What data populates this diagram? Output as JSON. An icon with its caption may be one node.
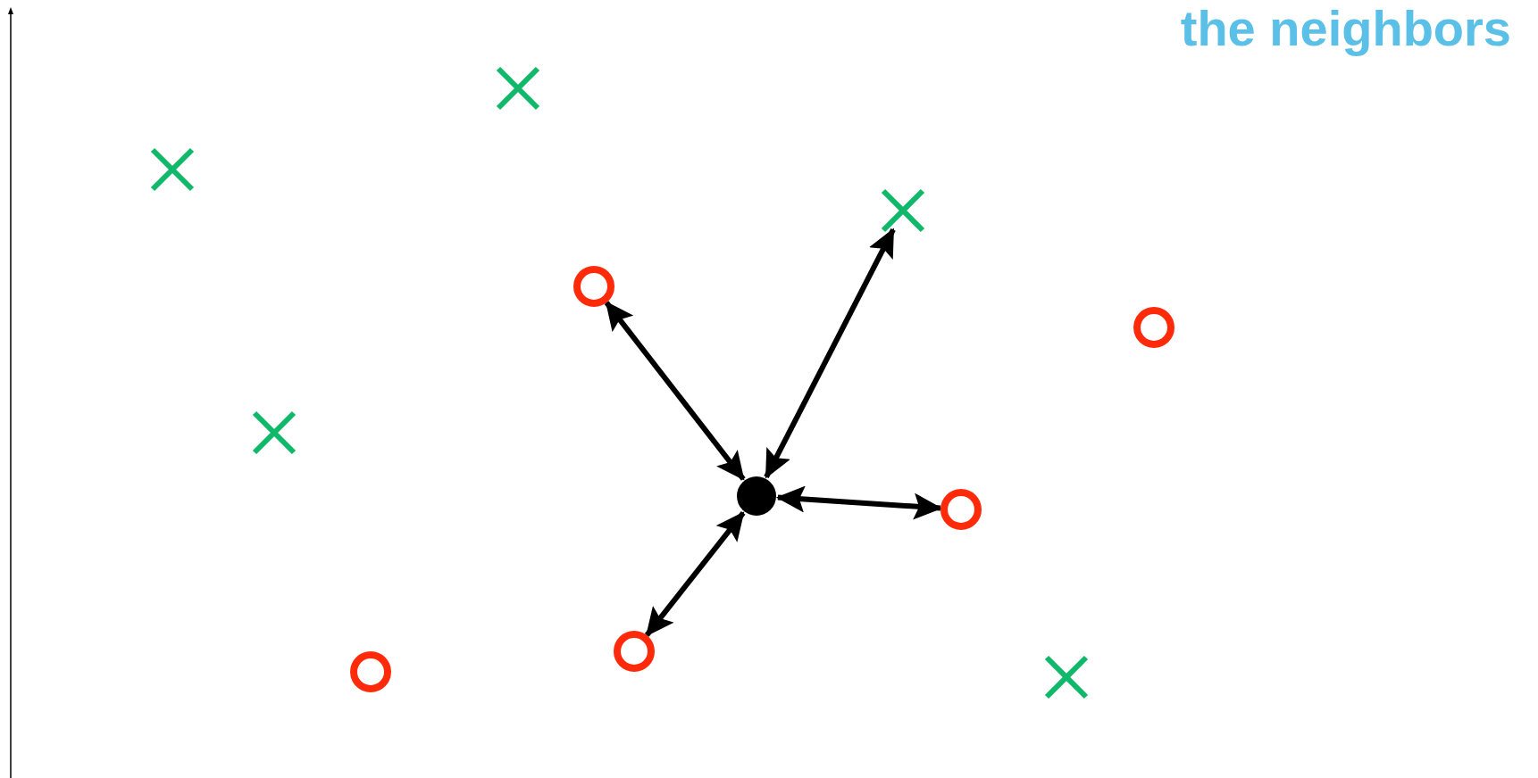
{
  "diagram": {
    "nodes": [
      {
        "text": [],
        "shape": "cross"
      },
      {
        "text": [],
        "shape": "cross"
      },
      {
        "text": [],
        "shape": "cross"
      },
      {
        "text": [],
        "shape": "circle"
      },
      {
        "text": [],
        "shape": "circle"
      },
      {
        "text": [],
        "shape": "cross"
      },
      {
        "text": [],
        "shape": "dot"
      },
      {
        "text": [],
        "shape": "circle"
      },
      {
        "text": [],
        "shape": "circle"
      },
      {
        "text": [],
        "shape": "circle"
      },
      {
        "text": [],
        "shape": "cross"
      }
    ],
    "edges": [
      {
        "from": 6,
        "to": 3,
        "arrow": "both"
      },
      {
        "from": 6,
        "to": 2,
        "arrow": "both"
      },
      {
        "from": 6,
        "to": 7,
        "arrow": "both"
      },
      {
        "from": 6,
        "to": 8,
        "arrow": "both"
      }
    ],
    "labels": [
      "the neighbors"
    ]
  }
}
